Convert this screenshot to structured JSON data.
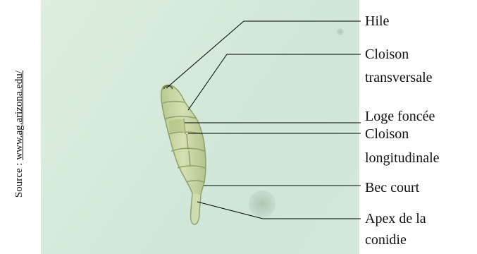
{
  "source": {
    "prefix": "Source : ",
    "url": "www.ag.arizona.edu/"
  },
  "labels": {
    "hile": "Hile",
    "cloison_transversale_1": "Cloison",
    "cloison_transversale_2": "transversale",
    "loge_foncee": "Loge foncée",
    "cloison_longitudinale_1": "Cloison",
    "cloison_longitudinale_2": "longitudinale",
    "bec_court": "Bec court",
    "apex_1": "Apex de la",
    "apex_2": "conidie"
  },
  "colors": {
    "background": "#dbecdb",
    "conidium_fill": "#c9d8a6",
    "conidium_outline": "#8f9f6a",
    "leader_line": "#000000"
  }
}
